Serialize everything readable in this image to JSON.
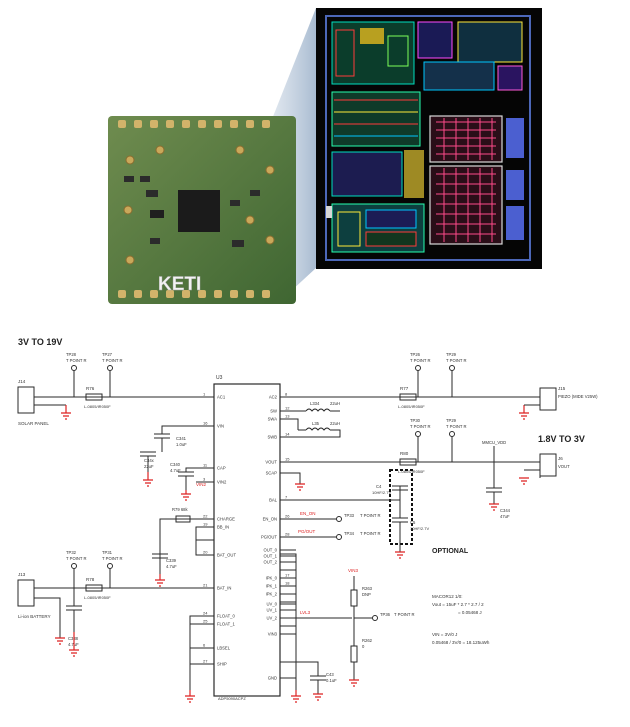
{
  "photo": {
    "brand_label": "KETI"
  },
  "schematic": {
    "input_range": "3V TO 19V",
    "output_range": "1.8V TO 3V",
    "optional_label": "OPTIONAL",
    "test_points": [
      {
        "id": "TP26",
        "label": "T POINT R"
      },
      {
        "id": "TP27",
        "label": "T POINT R"
      },
      {
        "id": "TP28",
        "label": "T POINT R"
      },
      {
        "id": "TP29",
        "label": "T POINT R"
      },
      {
        "id": "TP30",
        "label": "T POINT R"
      },
      {
        "id": "TP31",
        "label": "T POINT R"
      },
      {
        "id": "TP32",
        "label": "T POINT R"
      },
      {
        "id": "TP33",
        "label": "T POINT R"
      },
      {
        "id": "TP34",
        "label": "T POINT R"
      },
      {
        "id": "TP35",
        "label": "T POINT R"
      },
      {
        "id": "TP36",
        "label": "T POINT R"
      }
    ],
    "connectors": {
      "j14": {
        "ref": "J14",
        "name": "SOLAR PANEL"
      },
      "j13": {
        "ref": "J13",
        "name": "Li-ion BATTERY"
      },
      "j15": {
        "ref": "J15",
        "name": "PIEZO (MIDE V25W)"
      },
      "j6": {
        "ref": "J6",
        "name": "VOUT"
      }
    },
    "ic": {
      "ref": "U3",
      "part": "ADP5090ACPZ",
      "left_pins": [
        {
          "num": "1",
          "name": "AC1"
        },
        {
          "num": "16",
          "name": "VIN"
        },
        {
          "num": "11",
          "name": "CAP"
        },
        {
          "num": "3",
          "name": "VIN2"
        },
        {
          "num": "22",
          "name": "CHARGE"
        },
        {
          "num": "19",
          "name": "BB_IN"
        },
        {
          "num": "20",
          "name": "BAT_OUT"
        },
        {
          "num": "21",
          "name": "BAT_IN"
        },
        {
          "num": "24",
          "name": "FLOAT_0"
        },
        {
          "num": "25",
          "name": "FLOAT_1"
        },
        {
          "num": "6",
          "name": "LBSEL"
        },
        {
          "num": "27",
          "name": "SHIP"
        }
      ],
      "right_pins": [
        {
          "num": "8",
          "name": "AC2"
        },
        {
          "num": "12",
          "name": "SW"
        },
        {
          "num": "13",
          "name": "SWA"
        },
        {
          "num": "14",
          "name": "SWB"
        },
        {
          "num": "15",
          "name": "VOUT"
        },
        {
          "num": "",
          "name": "SCAP"
        },
        {
          "num": "7",
          "name": "BAL"
        },
        {
          "num": "26",
          "name": "EN_ON"
        },
        {
          "num": "28",
          "name": "PG/OUT"
        },
        {
          "num": "",
          "name": "OUT_0"
        },
        {
          "num": "",
          "name": "OUT_1"
        },
        {
          "num": "",
          "name": "OUT_2"
        },
        {
          "num": "17",
          "name": "IPK_0"
        },
        {
          "num": "18",
          "name": "IPK_1"
        },
        {
          "num": "",
          "name": "IPK_2"
        },
        {
          "num": "",
          "name": "UV_0"
        },
        {
          "num": "",
          "name": "UV_1"
        },
        {
          "num": "",
          "name": "UV_2"
        },
        {
          "num": "",
          "name": "VIN3"
        },
        {
          "num": "",
          "name": "GND"
        }
      ]
    },
    "parts": {
      "r76": "R76",
      "r76v": "L-0805/IR050F",
      "r78": "R78",
      "r78v": "L-0805/IR050F",
      "r77": "R77",
      "r77v": "L-0805/IR050F",
      "r80": "R80",
      "r80v": "L-0805/IR050F",
      "r79": "R79 68k",
      "l34": "L334",
      "l34v": "22uH",
      "l35": "L35",
      "l35v": "22uH",
      "c341": "C341",
      "c341v": "1.0uF",
      "c340": "C340",
      "c340v": "4.7uF",
      "c34x": "C34x",
      "c34xv": "22uF",
      "c339": "C339",
      "c339v": "4.7uF",
      "c338": "C338",
      "c338v": "4.7uF",
      "c344": "C344",
      "c344v": "47uF",
      "c43": "C43",
      "c43v": "0.1uF",
      "c4": "C4",
      "c4v": "10HF/2.7V",
      "c5": "C5",
      "c5v": "10HF/2.7V",
      "r263": "R263",
      "r263v": "DNP",
      "r262": "R262",
      "r262v": "0",
      "mmc": "MMCU_VDD"
    },
    "nets": {
      "vin2": "VIN2",
      "en_on": "EN_ON",
      "pg_out": "PG/OUT",
      "vin3": "VIN3",
      "lvl3": "LVL3"
    },
    "notes": [
      "MACOR12 1/0:",
      "Vout = 15uF * 2.7 * 2.7 / 2",
      "= 0.05468 J",
      "VIN = 3V/0 J",
      "0.05468 / 3V/0 = 18.125uWh"
    ]
  }
}
